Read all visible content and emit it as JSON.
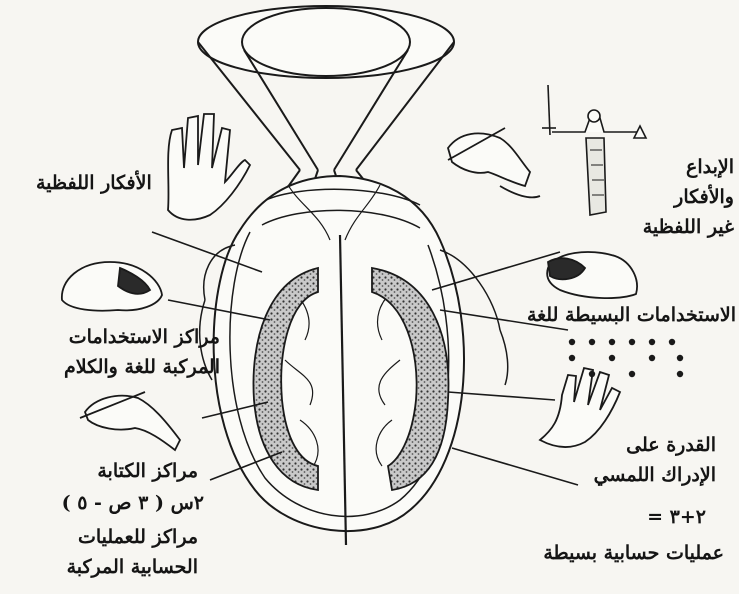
{
  "labels": {
    "verbal_ideas": "الأفكار اللفظية",
    "creativity": [
      "الإبداع",
      "والأفكار",
      "غير اللفظية"
    ],
    "complex_language": [
      "مراكز الاستخدامات",
      "المركبة للغة والكلام"
    ],
    "simple_language": "الاستخدامات البسيطة للغة",
    "writing": "مراكز الكتابة",
    "equation": "٢س ( ٣ ص - ٥ )",
    "complex_math": [
      "مراكز للعمليات",
      "الحسابية المركبة"
    ],
    "tactile": [
      "القدرة على",
      "الإدراك اللمسي"
    ],
    "simple_sum": "٢+٣ =",
    "simple_math": "عمليات حسابية بسيطة"
  },
  "icons": [
    "raised-hand-icon",
    "writing-hand-icon",
    "drawing-hand-icon",
    "touching-hand-icon",
    "statue-icon",
    "speaking-head-icon",
    "lips-head-icon",
    "braille-dots-icon",
    "brain-top-view-icon",
    "visual-cone-icon"
  ],
  "colors": {
    "ink": "#151515",
    "paper": "#f7f6f2",
    "stipple": "#6e6e6e"
  }
}
